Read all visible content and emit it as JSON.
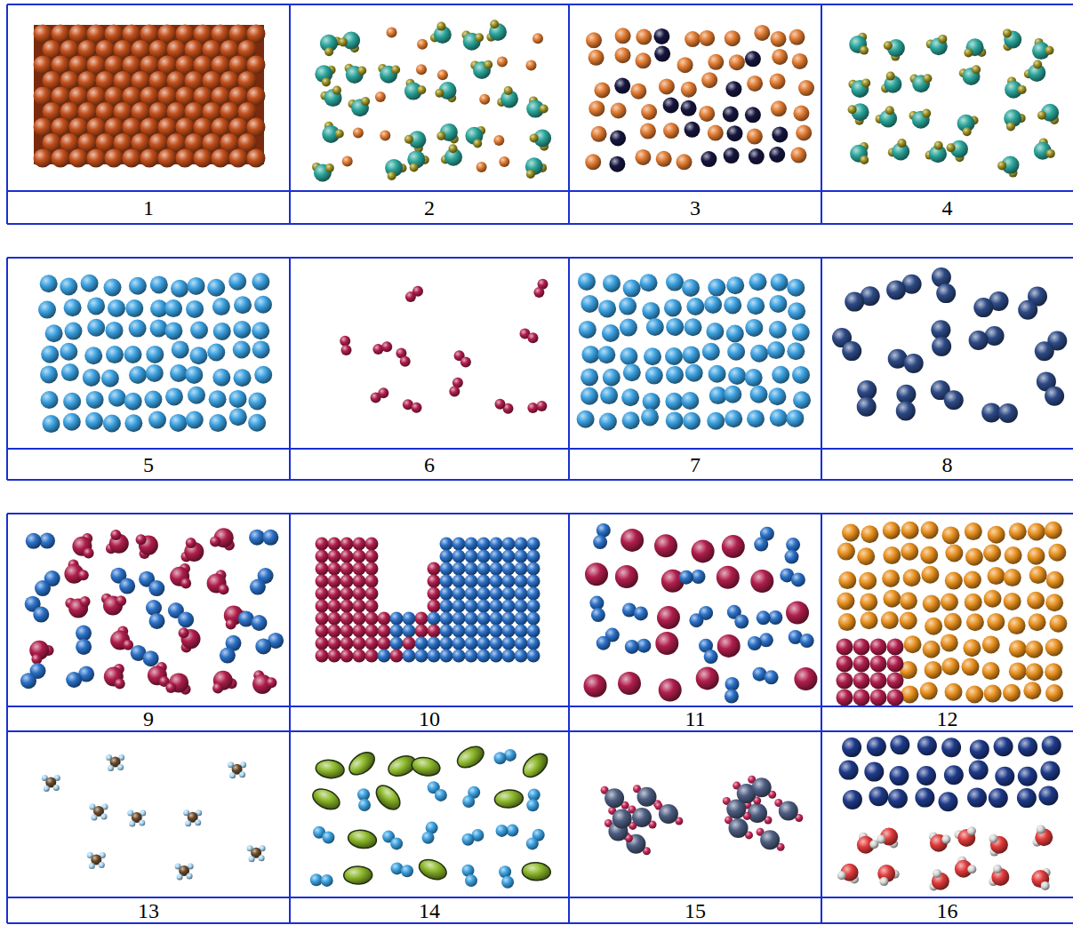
{
  "diagram": {
    "labels": [
      "1",
      "2",
      "3",
      "4",
      "5",
      "6",
      "7",
      "8",
      "9",
      "10",
      "11",
      "12",
      "13",
      "14",
      "15",
      "16"
    ]
  }
}
